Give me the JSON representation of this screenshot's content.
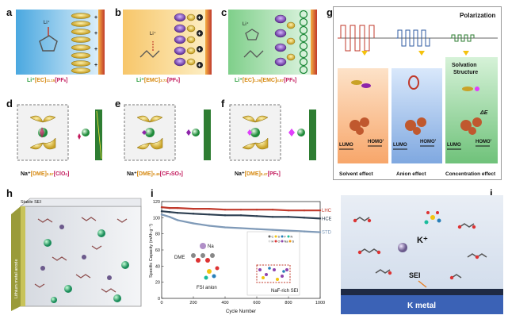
{
  "panel_letters": [
    "a",
    "b",
    "c",
    "d",
    "e",
    "f",
    "g",
    "h",
    "i",
    "j"
  ],
  "panel_a": {
    "ion": "Li⁺",
    "formula_ion": "Li⁺",
    "formula_parts": [
      "[EC]",
      "11.15",
      "[PF",
      "6",
      "]"
    ]
  },
  "panel_b": {
    "ion": "Li⁺",
    "formula_ion": "Li⁺",
    "formula_parts": [
      "[EMC]",
      "3.73",
      "[PF",
      "6",
      "]"
    ]
  },
  "panel_c": {
    "ion": "Li⁺",
    "formula_ion": "Li⁺",
    "formula_parts": [
      "[EC]",
      "1.26",
      "[EMC]",
      "4.87",
      "[PF",
      "6",
      "]"
    ]
  },
  "panel_d": {
    "formula_ion": "Na⁺",
    "formula_parts": [
      "[DME]",
      "0.57",
      "[ClO",
      "4",
      "]"
    ]
  },
  "panel_e": {
    "formula_ion": "Na⁺",
    "formula_parts": [
      "[DME]",
      "0.49",
      "[CF",
      "3",
      "SO",
      "3",
      "]"
    ]
  },
  "panel_f": {
    "formula_ion": "Na⁺",
    "formula_parts": [
      "[DME]",
      "0.47",
      "[PF",
      "6",
      "]"
    ]
  },
  "panel_g": {
    "title": "Polarization",
    "solvation_label_1": "Solvation",
    "solvation_label_2": "Structure",
    "delta_e": "ΔE",
    "lumo": "LUMO",
    "homo": "HOMO'",
    "electron": "e",
    "bottom_labels": [
      "Solvent effect",
      "Anion effect",
      "Concentration effect"
    ]
  },
  "panel_h": {
    "stable_sei": "Stable SEI",
    "anode_label": "Lithium metal anode"
  },
  "panel_i": {
    "inset_labels": {
      "dme": "DME",
      "na": "Na",
      "fsi": "FSI anion",
      "sei": "NaF-rich SEI"
    },
    "element_legend": [
      "C",
      "S",
      "F",
      "N",
      "H",
      "O",
      "Na",
      "S"
    ]
  },
  "panel_j": {
    "ion": "K⁺",
    "sei": "SEI",
    "metal": "K metal"
  },
  "colors": {
    "li": "#2a9d3c",
    "pf6": "#c2185b",
    "dme": "#d68910",
    "lhce": "#c0392b",
    "hce": "#2c3e50",
    "std": "#7f9ab8"
  },
  "chart_data": {
    "type": "line",
    "title": "",
    "xlabel": "Cycle Number",
    "ylabel": "Specific Capacity (mAh g⁻¹)",
    "xlim": [
      0,
      1000
    ],
    "ylim": [
      0,
      120
    ],
    "xticks": [
      0,
      200,
      400,
      600,
      800,
      1000
    ],
    "yticks": [
      0,
      20,
      40,
      60,
      80,
      100,
      120
    ],
    "series": [
      {
        "name": "LHCE",
        "color": "#c0392b",
        "x": [
          0,
          50,
          100,
          200,
          300,
          400,
          500,
          600,
          700,
          800,
          900,
          1000
        ],
        "y": [
          113,
          112,
          112,
          111,
          111,
          110,
          110,
          110,
          110,
          109,
          109,
          109
        ]
      },
      {
        "name": "HCE",
        "color": "#2c3e50",
        "x": [
          0,
          50,
          100,
          200,
          300,
          400,
          500,
          600,
          700,
          800,
          900,
          1000
        ],
        "y": [
          108,
          107,
          106,
          105,
          104,
          103,
          103,
          102,
          101,
          101,
          100,
          99
        ]
      },
      {
        "name": "STD",
        "color": "#7f9ab8",
        "x": [
          0,
          50,
          100,
          200,
          300,
          400,
          500,
          600,
          700,
          800,
          900,
          1000
        ],
        "y": [
          104,
          101,
          97,
          93,
          90,
          88,
          87,
          86,
          85,
          84,
          83,
          82
        ]
      }
    ]
  }
}
